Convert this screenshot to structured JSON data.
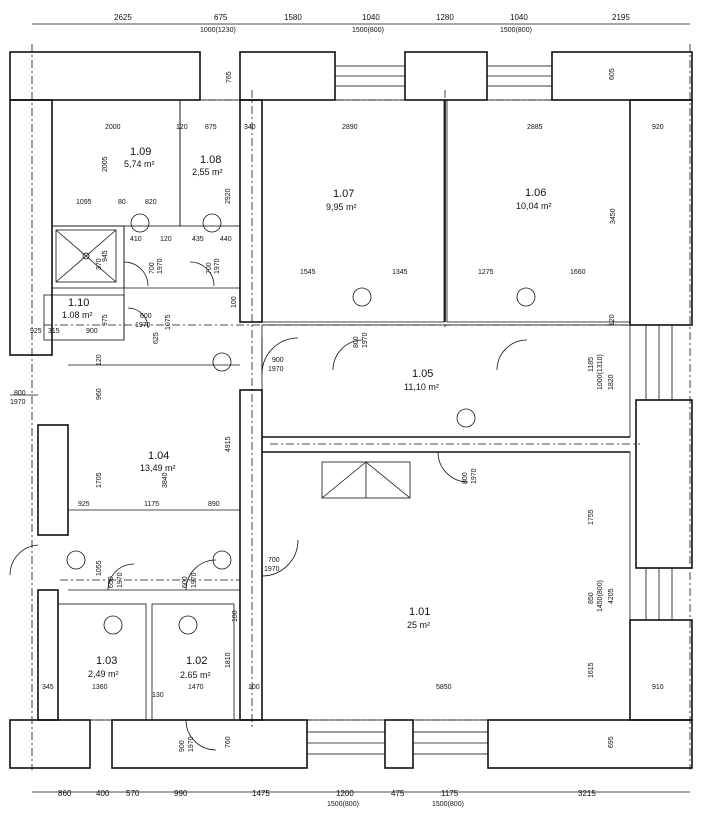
{
  "top_dims": [
    "2625",
    "675",
    "1580",
    "1040",
    "1280",
    "1040",
    "2195"
  ],
  "top_sub": [
    "1000(1230)",
    "1500(800)",
    "1500(800)"
  ],
  "bottom_dims": [
    "860",
    "400",
    "570",
    "990",
    "1475",
    "1200",
    "475",
    "1175",
    "3215"
  ],
  "bottom_sub": [
    "1500(800)",
    "1500(800)"
  ],
  "rooms": [
    {
      "id": "1.09",
      "area": "5,74 m²"
    },
    {
      "id": "1.08",
      "area": "2,55 m²"
    },
    {
      "id": "1.07",
      "area": "9,95 m²"
    },
    {
      "id": "1.06",
      "area": "10,04 m²"
    },
    {
      "id": "1.10",
      "area": "1.08 m²"
    },
    {
      "id": "1.05",
      "area": "11,10 m²"
    },
    {
      "id": "1.04",
      "area": "13,49 m²"
    },
    {
      "id": "1.01",
      "area": "25 m²"
    },
    {
      "id": "1.03",
      "area": "2,49 m²"
    },
    {
      "id": "1.02",
      "area": "2.65 m²"
    }
  ],
  "inner_dims": [
    "765",
    "2000",
    "120",
    "875",
    "340",
    "2890",
    "2885",
    "920",
    "2005",
    "2920",
    "3450",
    "1095",
    "80",
    "820",
    "945",
    "410",
    "120",
    "435",
    "440",
    "700",
    "1970",
    "700",
    "1970",
    "1545",
    "1345",
    "1275",
    "1660",
    "600",
    "1970",
    "315",
    "900",
    "975",
    "1075",
    "100",
    "925",
    "625",
    "800",
    "1970",
    "800",
    "1970",
    "900",
    "1970",
    "1185",
    "1000(1310)",
    "1820",
    "120",
    "960",
    "4915",
    "3840",
    "1705",
    "925",
    "1175",
    "890",
    "800",
    "1970",
    "1755",
    "850",
    "1450(800)",
    "4205",
    "1055",
    "650",
    "1970",
    "600",
    "1970",
    "700",
    "1970",
    "100",
    "1615",
    "345",
    "1360",
    "130",
    "1470",
    "1810",
    "5850",
    "100",
    "910",
    "900",
    "1970",
    "760",
    "695",
    "605",
    "120",
    "370"
  ]
}
